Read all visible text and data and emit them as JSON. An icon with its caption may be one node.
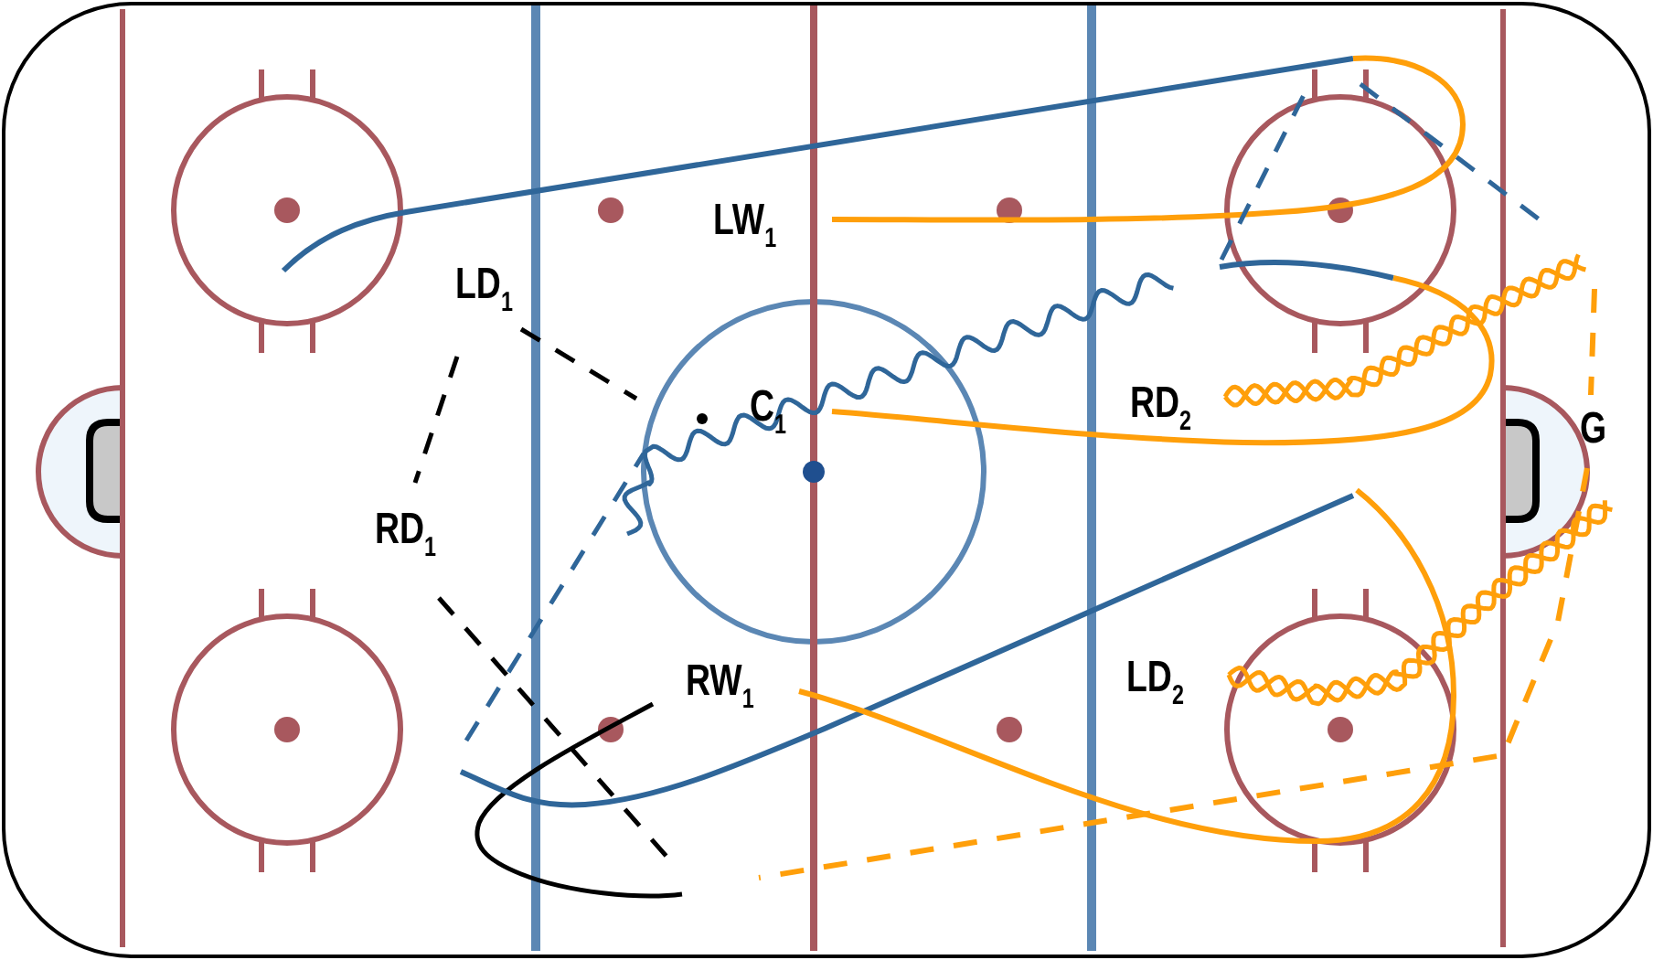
{
  "diagram": {
    "labels": [
      "LW$_{1}$",
      "LD$_{1}$",
      "RD$_{2}$",
      "C$_{1}$",
      "G",
      "RD$_{1}$",
      "LD$_{2}$",
      "RW$_{1}$"
    ]
  }
}
